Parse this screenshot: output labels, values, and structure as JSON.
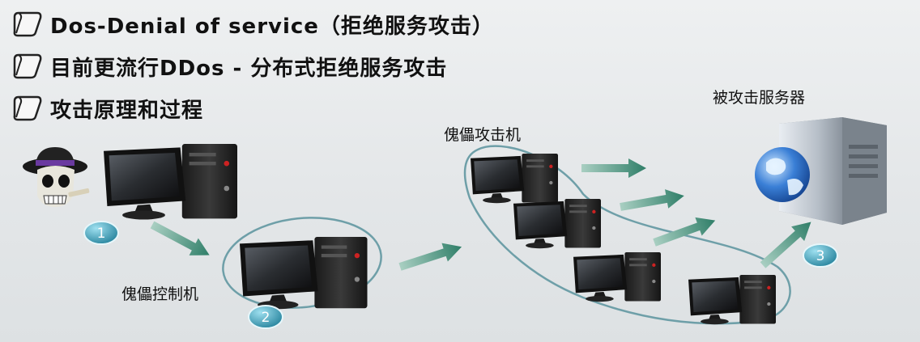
{
  "bullets": [
    {
      "text": "Dos-Denial of service（拒绝服务攻击）",
      "icon": "scroll-bullet-icon"
    },
    {
      "text": "目前更流行DDos - 分布式拒绝服务攻击",
      "icon": "scroll-bullet-icon"
    },
    {
      "text": "攻击原理和过程",
      "icon": "scroll-bullet-icon"
    }
  ],
  "labels": {
    "server": "被攻击服务器",
    "zombies": "傀儡攻击机",
    "controller": "傀儡控制机"
  },
  "badges": [
    "1",
    "2",
    "3"
  ],
  "colors": {
    "arrow": "#3f8f79",
    "ellipse": "#6e9fa8",
    "badge": "#2c8fa8",
    "monitor": "#1d1d1d",
    "tower": "#2a2a2a"
  },
  "icons": {
    "attacker": "skull-hacker-icon",
    "computer": "desktop-computer-icon",
    "server": "web-server-icon"
  }
}
